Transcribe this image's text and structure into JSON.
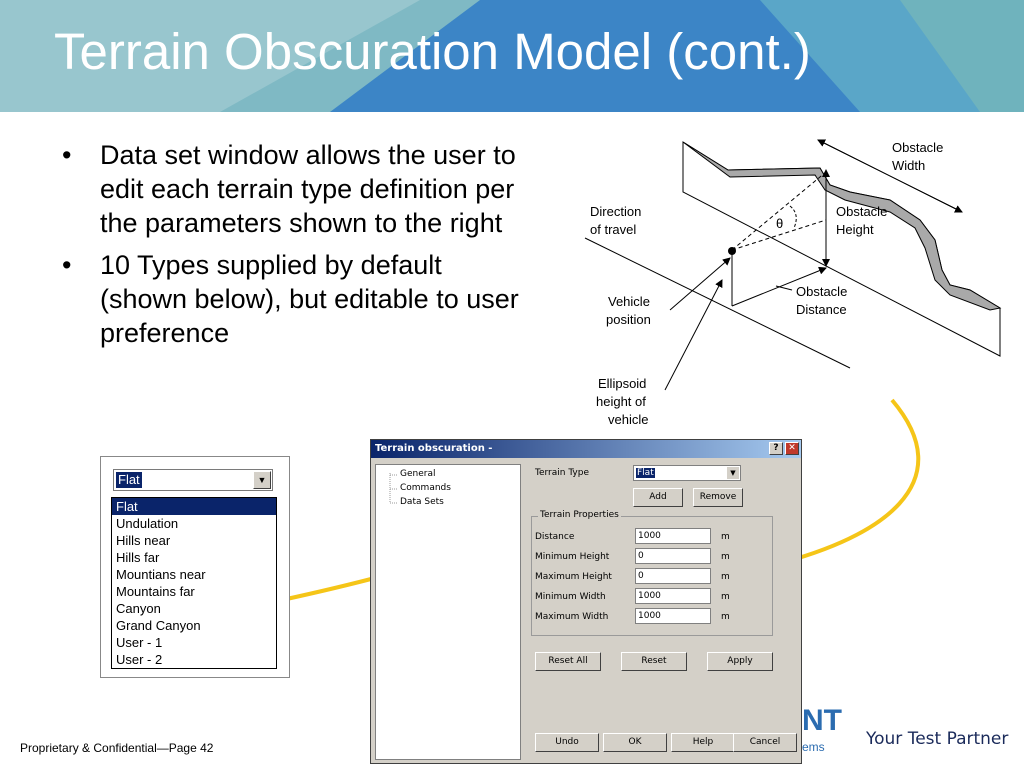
{
  "title": "Terrain Obscuration Model (cont.)",
  "bullets": [
    "Data set window allows the user to edit each terrain type definition per the parameters shown to the right",
    "10 Types supplied by default (shown below), but editable to user preference"
  ],
  "diagram": {
    "obstacle_width": [
      "Obstacle",
      "Width"
    ],
    "obstacle_height": [
      "Obstacle",
      "Height"
    ],
    "direction": [
      "Direction",
      "of travel"
    ],
    "theta": "θ",
    "obstacle_distance": [
      "Obstacle",
      "Distance"
    ],
    "vehicle_position": [
      "Vehicle",
      "position"
    ],
    "ellipsoid": [
      "Ellipsoid",
      "height of",
      "vehicle"
    ]
  },
  "dropdown": {
    "selected": "Flat",
    "options": [
      "Flat",
      "Undulation",
      "Hills near",
      "Hills far",
      "Mountians near",
      "Mountains far",
      "Canyon",
      "Grand Canyon",
      "User - 1",
      "User - 2"
    ]
  },
  "window": {
    "title": "Terrain obscuration -",
    "help_glyph": "?",
    "close_glyph": "✕",
    "tree": [
      "General",
      "Commands",
      "Data Sets"
    ],
    "terrain_type_label": "Terrain Type",
    "terrain_type_value": "Flat",
    "add_label": "Add",
    "remove_label": "Remove",
    "group_label": "Terrain Properties",
    "properties": [
      {
        "label": "Distance",
        "value": "1000",
        "unit": "m"
      },
      {
        "label": "Minimum Height",
        "value": "0",
        "unit": "m"
      },
      {
        "label": "Maximum Height",
        "value": "0",
        "unit": "m"
      },
      {
        "label": "Minimum Width",
        "value": "1000",
        "unit": "m"
      },
      {
        "label": "Maximum Width",
        "value": "1000",
        "unit": "m"
      }
    ],
    "reset_all_label": "Reset All",
    "reset_label": "Reset",
    "apply_label": "Apply",
    "undo_label": "Undo",
    "ok_label": "OK",
    "help_label": "Help",
    "cancel_label": "Cancel"
  },
  "logo_text": "NT",
  "logo_sub": "ems",
  "tagline": "Your Test Partner",
  "footer": "Proprietary & Confidential—Page 42",
  "colors": {
    "banner_dark": "#3a86c8",
    "banner_light": "#6fb3bd",
    "arrow": "#f5c518"
  }
}
